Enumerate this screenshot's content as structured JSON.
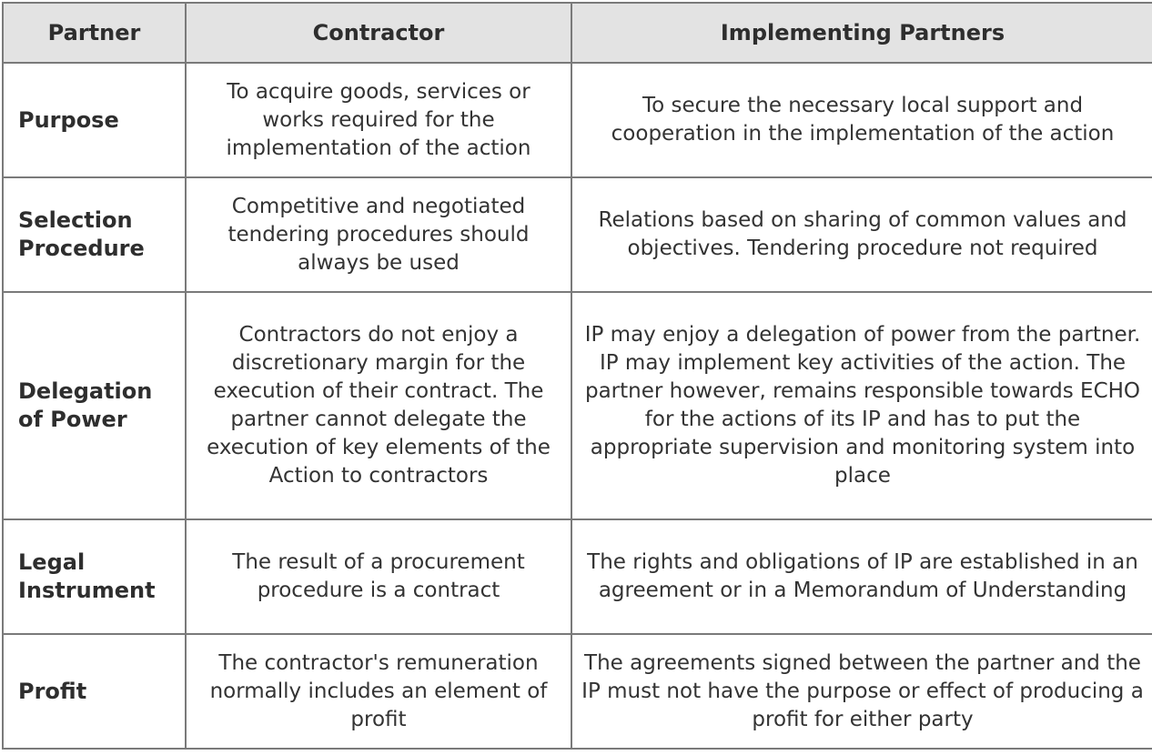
{
  "header": {
    "col1": "Partner",
    "col2": "Contractor",
    "col3": "Implementing Partners"
  },
  "rows": [
    {
      "label": "Purpose",
      "contractor": "To acquire goods, services or works required for the implementation of the action",
      "ip": "To secure the necessary local support and cooperation in the implementation of the action"
    },
    {
      "label": "Selection Procedure",
      "contractor": "Competitive and negotiated tendering procedures should always be used",
      "ip": "Relations based on sharing of common values and objectives. Tendering procedure not required"
    },
    {
      "label": "Delegation of Power",
      "contractor": "Contractors do not enjoy a discretionary margin for the execution of their contract. The partner cannot delegate the execution of key elements of the Action to contractors",
      "ip": "IP may enjoy a delegation of power from the partner. IP may implement key activities of the action. The partner however, remains responsible towards ECHO for the actions of its IP and has to put the appropriate supervision and monitoring system into place"
    },
    {
      "label": "Legal Instrument",
      "contractor": "The result of a procurement procedure is a contract",
      "ip": "The rights and obligations of IP are established in an agreement or in a Memorandum of Understanding"
    },
    {
      "label": "Profit",
      "contractor": "The contractor's remuneration normally includes an element of profit",
      "ip": "The agreements signed between the partner and the IP must not have the purpose or effect of producing a profit for either party"
    }
  ]
}
